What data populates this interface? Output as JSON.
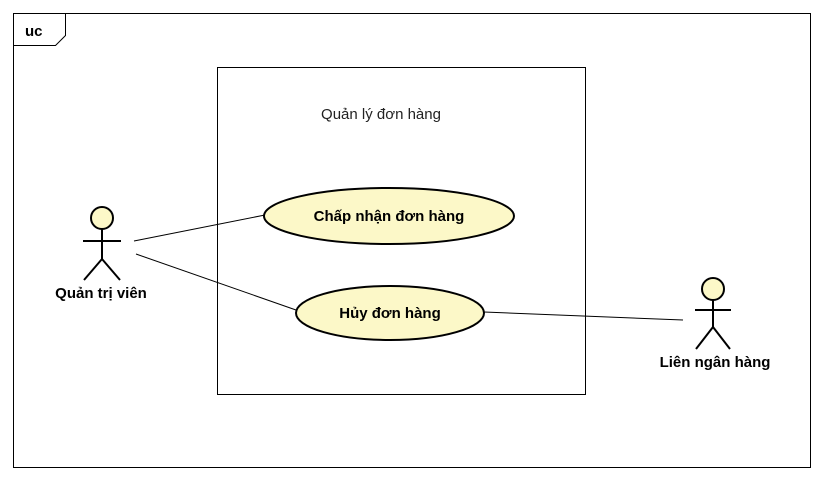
{
  "frame": {
    "tag": "uc"
  },
  "system": {
    "name": "Quản lý đơn hàng"
  },
  "actors": {
    "admin": {
      "name": "Quản trị viên"
    },
    "interbank": {
      "name": "Liên ngân hàng"
    }
  },
  "use_cases": {
    "accept_order": {
      "label": "Chấp nhận đơn hàng"
    },
    "cancel_order": {
      "label": "Hủy đơn hàng"
    }
  },
  "colors": {
    "actor_fill": "#fcf8c8",
    "usecase_fill": "#fcf8c8",
    "stroke": "#000000",
    "background": "#ffffff"
  }
}
